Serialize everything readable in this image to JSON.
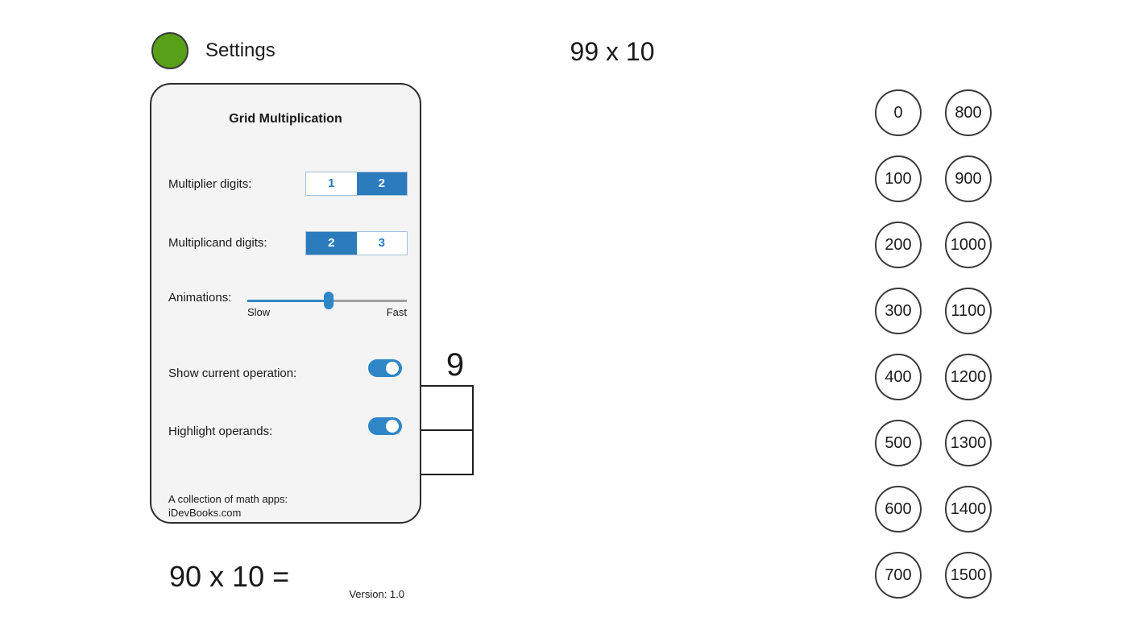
{
  "app": {
    "settings_label": "Settings",
    "current_operation": "99 x 10",
    "bottom_equation": "90 x 10 ="
  },
  "grid": {
    "column_header": "9",
    "visible_cells": 2
  },
  "settings_panel": {
    "title": "Grid Multiplication",
    "multiplier": {
      "label": "Multiplier digits:",
      "options": [
        "1",
        "2"
      ],
      "selected": "2"
    },
    "multiplicand": {
      "label": "Multiplicand digits:",
      "options": [
        "2",
        "3"
      ],
      "selected": "2"
    },
    "animations": {
      "label": "Animations:",
      "min_label": "Slow",
      "max_label": "Fast",
      "value_percent": 51
    },
    "toggles": [
      {
        "label": "Show current operation:",
        "state": "on"
      },
      {
        "label": "Highlight operands:",
        "state": "on"
      }
    ],
    "footer": {
      "line1": "A collection of math apps:",
      "line2": "iDevBooks.com",
      "version": "Version: 1.0"
    }
  },
  "answer_choices": {
    "left_column": [
      "0",
      "100",
      "200",
      "300",
      "400",
      "500",
      "600",
      "700"
    ],
    "right_column": [
      "800",
      "900",
      "1000",
      "1100",
      "1200",
      "1300",
      "1400",
      "1500"
    ]
  },
  "colors": {
    "accent_blue": "#2b7bbd",
    "control_blue": "#2e86c7",
    "settings_green": "#58a018",
    "panel_background": "#f4f4f4",
    "track_gray": "#a0a0a0"
  }
}
